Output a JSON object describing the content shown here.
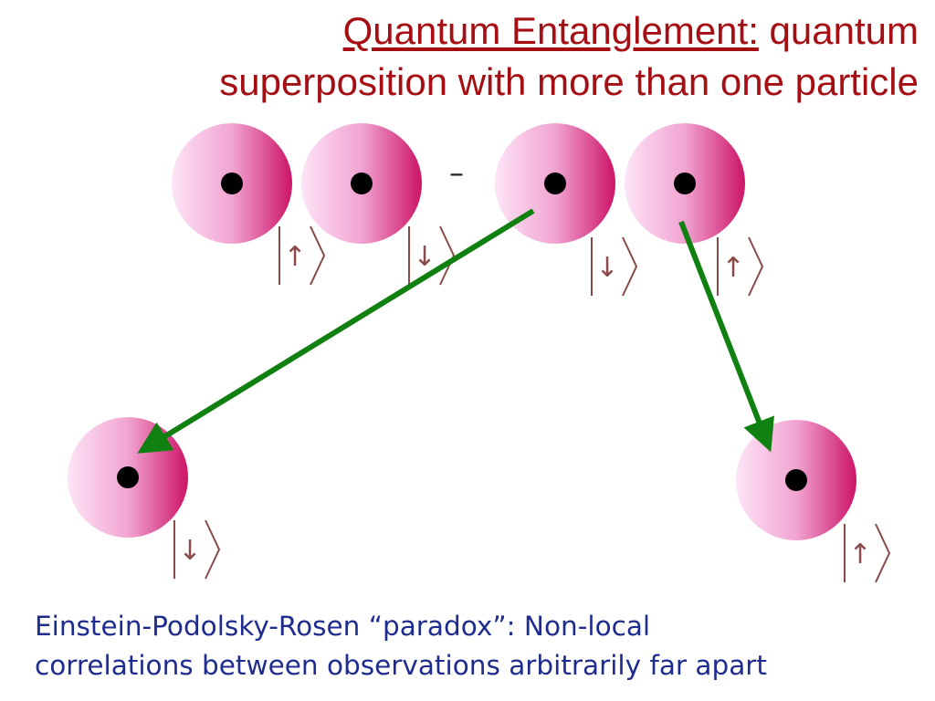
{
  "title": {
    "main": "Quantum Entanglement:",
    "rest_line1": " quantum",
    "line2": "superposition with more than one particle"
  },
  "operator": "–",
  "kets": {
    "p1": "↑",
    "p2": "↓",
    "p3": "↓",
    "p4": "↑",
    "far_left": "↓",
    "far_right": "↑"
  },
  "caption": {
    "line1": "Einstein-Podolsky-Rosen “paradox”: Non-local",
    "line2": "correlations between observations arbitrarily far apart"
  },
  "colors": {
    "title": "#a50f14",
    "caption": "#1f2c8f",
    "arrow": "#108010",
    "ket": "#8a4a4a",
    "ball_light": "#fde4f6",
    "ball_dark": "#cc1466"
  }
}
